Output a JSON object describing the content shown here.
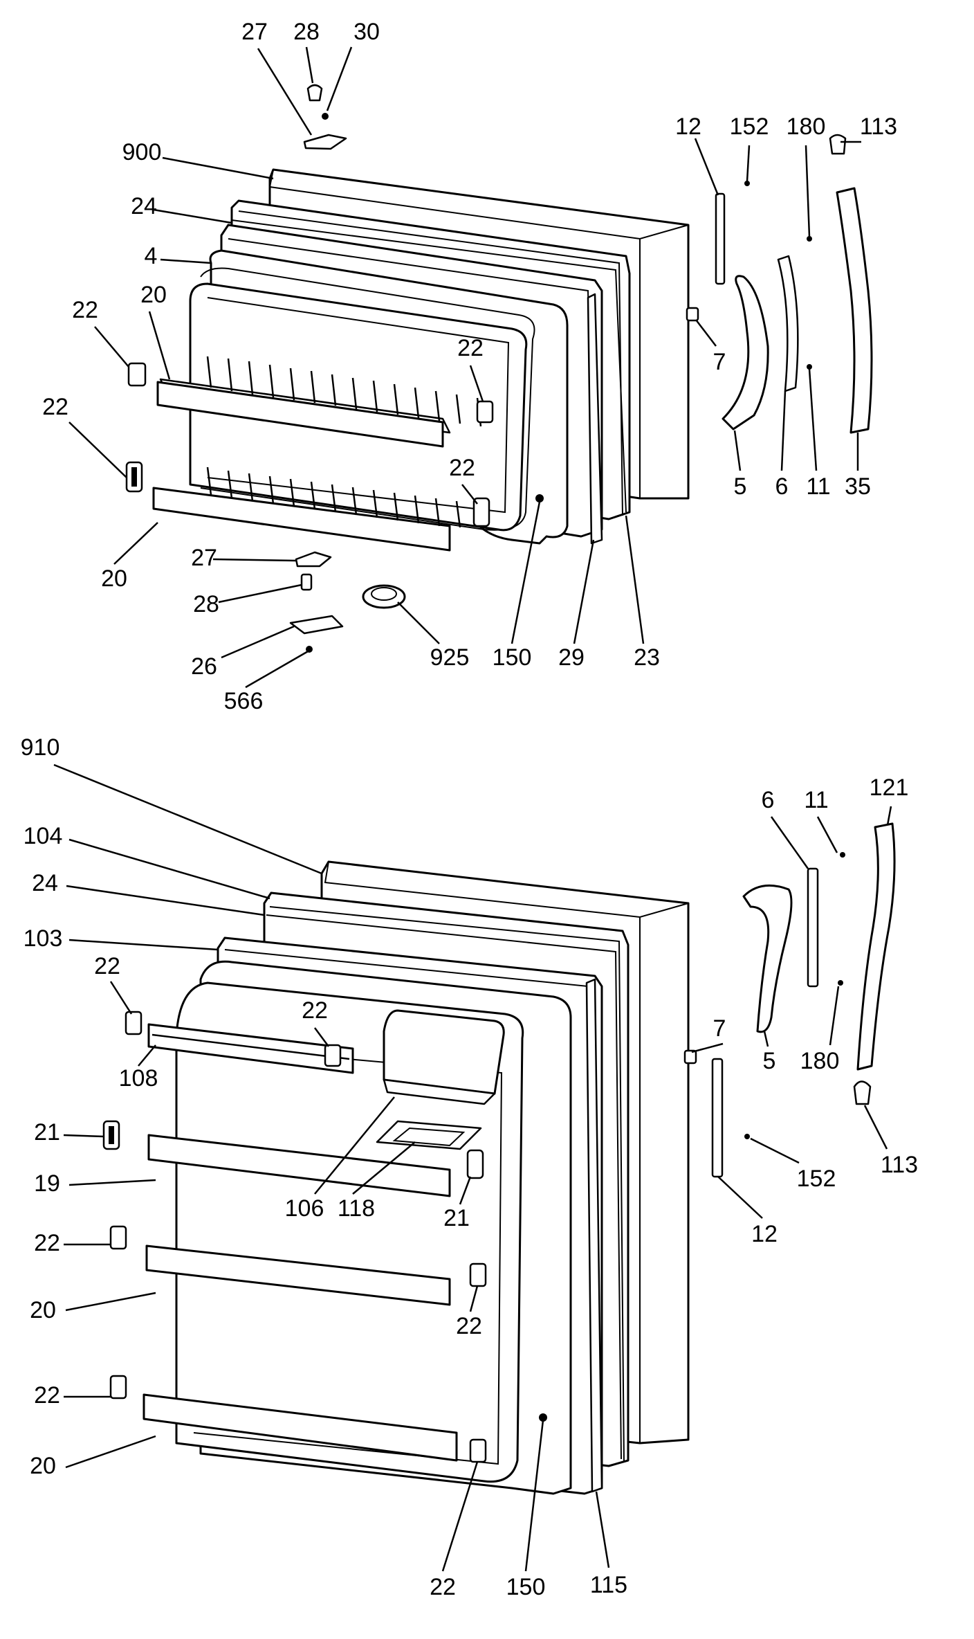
{
  "labels": {
    "top_door": [
      {
        "id": "t27a",
        "text": "27"
      },
      {
        "id": "t28a",
        "text": "28"
      },
      {
        "id": "t30",
        "text": "30"
      },
      {
        "id": "t900",
        "text": "900"
      },
      {
        "id": "t24",
        "text": "24"
      },
      {
        "id": "t4",
        "text": "4"
      },
      {
        "id": "t22a",
        "text": "22"
      },
      {
        "id": "t20a",
        "text": "20"
      },
      {
        "id": "t22b",
        "text": "22"
      },
      {
        "id": "t22c",
        "text": "22"
      },
      {
        "id": "t22d",
        "text": "22"
      },
      {
        "id": "t20b",
        "text": "20"
      },
      {
        "id": "t27b",
        "text": "27"
      },
      {
        "id": "t28b",
        "text": "28"
      },
      {
        "id": "t26",
        "text": "26"
      },
      {
        "id": "t566",
        "text": "566"
      },
      {
        "id": "t925",
        "text": "925"
      },
      {
        "id": "t150",
        "text": "150"
      },
      {
        "id": "t29",
        "text": "29"
      },
      {
        "id": "t23",
        "text": "23"
      },
      {
        "id": "t12",
        "text": "12"
      },
      {
        "id": "t152",
        "text": "152"
      },
      {
        "id": "t180",
        "text": "180"
      },
      {
        "id": "t113",
        "text": "113"
      },
      {
        "id": "t7",
        "text": "7"
      },
      {
        "id": "t5",
        "text": "5"
      },
      {
        "id": "t6",
        "text": "6"
      },
      {
        "id": "t11",
        "text": "11"
      },
      {
        "id": "t35",
        "text": "35"
      }
    ],
    "bottom_door": [
      {
        "id": "b910",
        "text": "910"
      },
      {
        "id": "b104",
        "text": "104"
      },
      {
        "id": "b24",
        "text": "24"
      },
      {
        "id": "b103",
        "text": "103"
      },
      {
        "id": "b22a",
        "text": "22"
      },
      {
        "id": "b22b",
        "text": "22"
      },
      {
        "id": "b108",
        "text": "108"
      },
      {
        "id": "b21a",
        "text": "21"
      },
      {
        "id": "b19",
        "text": "19"
      },
      {
        "id": "b106",
        "text": "106"
      },
      {
        "id": "b118",
        "text": "118"
      },
      {
        "id": "b21b",
        "text": "21"
      },
      {
        "id": "b22c",
        "text": "22"
      },
      {
        "id": "b20a",
        "text": "20"
      },
      {
        "id": "b22d",
        "text": "22"
      },
      {
        "id": "b22e",
        "text": "22"
      },
      {
        "id": "b20b",
        "text": "20"
      },
      {
        "id": "b22f",
        "text": "22"
      },
      {
        "id": "b150",
        "text": "150"
      },
      {
        "id": "b115",
        "text": "115"
      },
      {
        "id": "b6",
        "text": "6"
      },
      {
        "id": "b11",
        "text": "11"
      },
      {
        "id": "b121",
        "text": "121"
      },
      {
        "id": "b7",
        "text": "7"
      },
      {
        "id": "b5",
        "text": "5"
      },
      {
        "id": "b180",
        "text": "180"
      },
      {
        "id": "b113",
        "text": "113"
      },
      {
        "id": "b152",
        "text": "152"
      },
      {
        "id": "b12",
        "text": "12"
      }
    ]
  }
}
